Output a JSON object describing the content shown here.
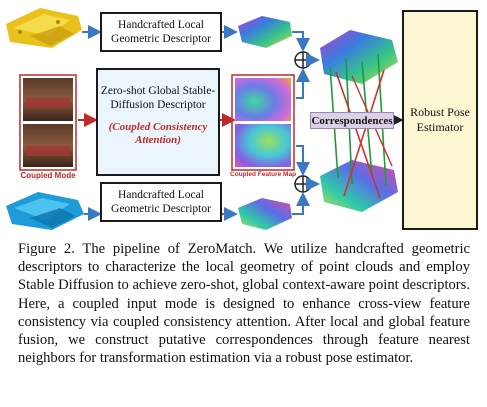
{
  "diagram": {
    "top_descriptor": "Handcrafted Local Geometric Descriptor",
    "global_descriptor": "Zero-shot Global Stable-Diffusion Descriptor",
    "attention_label": "(Coupled Consistency Attention)",
    "bottom_descriptor": "Handcrafted Local Geometric Descriptor",
    "coupled_mode_label": "Coupled Mode",
    "coupled_feature_map_label": "Coupled Feature Map",
    "correspondences_label": "Correspondences",
    "estimator_label": "Robust Pose Estimator",
    "colors": {
      "accent_red": "#c0282a",
      "global_box_fill": "#eaf6fb",
      "estimator_fill": "#fbf7d3",
      "correspondence_fill": "#dcd0e8",
      "arrow_blue": "#3a78c2",
      "match_green": "#1f9a3a",
      "match_red": "#d23030"
    }
  },
  "caption": {
    "text": "Figure 2.  The pipeline of ZeroMatch.  We utilize handcrafted geometric descriptors to characterize the local geometry of point clouds and employ Stable Diffusion to achieve zero-shot, global context-aware point descriptors.  Here, a coupled input mode is designed to enhance cross-view feature consistency via coupled consistency attention.  After local and global feature fusion, we construct putative correspondences through feature nearest neighbors for transformation estimation via a robust pose estimator."
  }
}
